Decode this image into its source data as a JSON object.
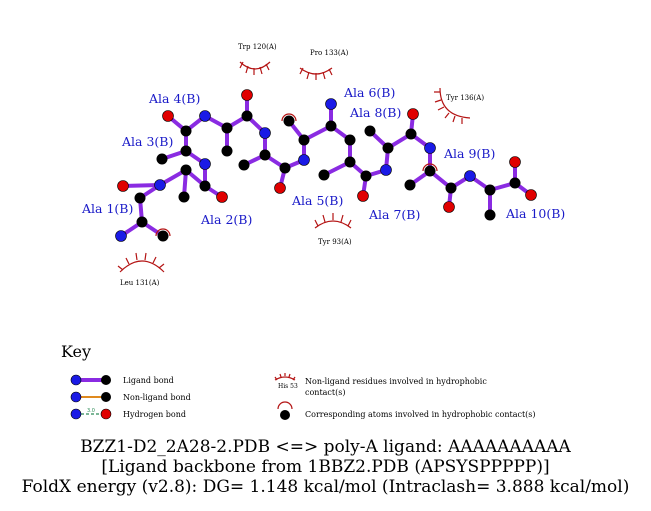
{
  "residues": [
    {
      "label": "Ala 1(B)"
    },
    {
      "label": "Ala 2(B)"
    },
    {
      "label": "Ala 3(B)"
    },
    {
      "label": "Ala 4(B)"
    },
    {
      "label": "Ala 5(B)"
    },
    {
      "label": "Ala 6(B)"
    },
    {
      "label": "Ala 7(B)"
    },
    {
      "label": "Ala 8(B)"
    },
    {
      "label": "Ala 9(B)"
    },
    {
      "label": "Ala 10(B)"
    }
  ],
  "hydrophobic_residues": [
    {
      "label": "Trp 120(A)"
    },
    {
      "label": "Pro 133(A)"
    },
    {
      "label": "Tyr 136(A)"
    },
    {
      "label": "Tyr 93(A)"
    },
    {
      "label": "Leu 131(A)"
    }
  ],
  "key": {
    "title": "Key",
    "ligand_bond": "Ligand bond",
    "nonligand_bond": "Non-ligand bond",
    "hydrogen_bond": "Hydrogen bond",
    "hbond_length": "3.0",
    "residue_example": "His 53",
    "nonligand_residues_line1": "Non-ligand residues involved in hydrophobic",
    "nonligand_residues_line2": "contact(s)",
    "corresponding_atoms": "Corresponding atoms involved in hydrophobic contact(s)"
  },
  "caption": {
    "line1": "BZZ1-D2_2A28-2.PDB <=> poly-A ligand: AAAAAAAAAA",
    "line2": "[Ligand backbone from 1BBZ2.PDB (APSYSPPPPP)]",
    "line3": "FoldX energy (v2.8): DG= 1.148 kcal/mol (Intraclash= 3.888 kcal/mol)"
  },
  "colors": {
    "ligand_bond": "#8a2be2",
    "nonligand_bond": "#e08a1e",
    "hydrogen_bond": "#2e8b57",
    "carbon": "#000000",
    "nitrogen": "#1a1ae6",
    "oxygen": "#e00000",
    "hydrophobic_arc": "#b41414",
    "residue_label": "#1a1ac8"
  }
}
